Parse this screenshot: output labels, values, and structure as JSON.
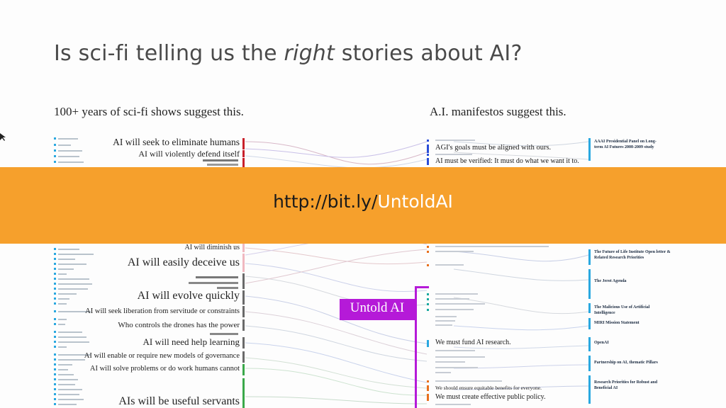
{
  "slide": {
    "title_before": "Is sci-fi telling us the ",
    "title_emphasis": "right",
    "title_after": " stories about AI?"
  },
  "left_panel": {
    "heading": "100+ years of sci-fi shows suggest this.",
    "claims_top": [
      "AI will seek to eliminate humans",
      "AI will violently defend itself"
    ],
    "claims_bottom": [
      "AI will diminish us",
      "AI will easily deceive us",
      "AI will evolve quickly",
      "AI will seek liberation from servitude or constraints",
      "Who controls the drones has the power",
      "AI will need help learning",
      "AI will enable or require new models of governance",
      "AI will solve problems or do work humans cannot",
      "AIs will be useful servants"
    ]
  },
  "right_panel": {
    "heading": "A.I. manifestos suggest this.",
    "claims_top": [
      "AGI's goals must be aligned with ours.",
      "AI must be verified: It must do what we want it to."
    ],
    "claims_bottom": [
      "We must fund AI research.",
      "We must create effective public policy."
    ],
    "claims_small": [
      "We should ensure equitable benefits for everyone."
    ],
    "documents": [
      {
        "title": "AAAI Presidential Panel on Long-term AI Futures 2008-2009 study"
      },
      {
        "title": "The Future of Life Institute Open letter & Related Research Priorities"
      },
      {
        "title": "The Jerot Agenda"
      },
      {
        "title": "The Malicious Use of Artificial Intelligence"
      },
      {
        "title": "MIRI Mission Statement"
      },
      {
        "title": "OpenAI"
      },
      {
        "title": "Partnership on AI, thematic Pillars"
      },
      {
        "title": "Research Priorities for Robust and Beneficial AI"
      }
    ],
    "untold_label": "Untold AI"
  },
  "banner": {
    "prefix": "http://bit.ly/",
    "highlight": "UntoldAI"
  },
  "colors": {
    "banner": "#f6a02c",
    "untold": "#b51ad8",
    "danger": "#c8202b",
    "manifesto_tick": "#2a4dd8",
    "scifi_tick": "#2aa8e0"
  }
}
